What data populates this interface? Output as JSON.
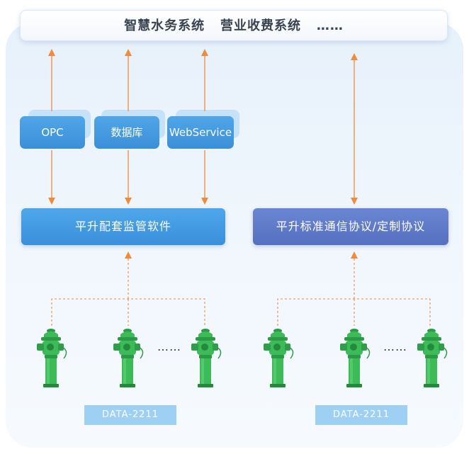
{
  "header": {
    "system1": "智慧水务系统",
    "system2": "营业收费系统",
    "ellipsis": "……"
  },
  "interfaces": {
    "opc": "OPC",
    "database": "数据库",
    "webservice": "WebService"
  },
  "software": {
    "left": "平升配套监管软件",
    "right": "平升标准通信协议/定制协议"
  },
  "devices": {
    "ellipsis_left": "……",
    "ellipsis_right": "……",
    "label_left": "DATA-2211",
    "label_right": "DATA-2211"
  },
  "colors": {
    "arrow": "#f08a3c",
    "interface_blue": "#3b8fd9",
    "software_blue": "#3a8fdb",
    "protocol_indigo": "#5670c0",
    "hydrant_green": "#2fa84a",
    "label_blue": "#9ed0f4"
  }
}
